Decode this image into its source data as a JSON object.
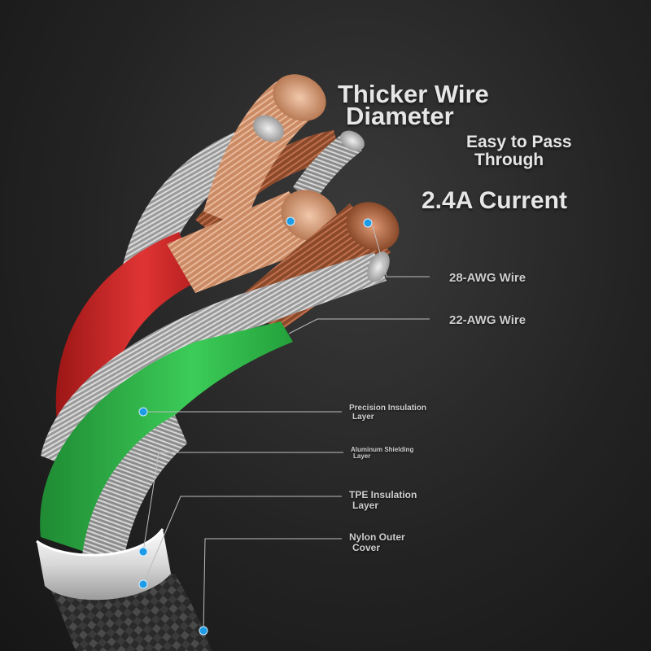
{
  "headline": {
    "line1": "Thicker Wire",
    "line2": "Diameter",
    "sub1": "Easy to Pass",
    "sub2": "Through",
    "current": "2.4A Current"
  },
  "callouts": {
    "awg28": "28-AWG Wire",
    "awg22": "22-AWG Wire",
    "insulation_line1": "Precision Insulation",
    "insulation_line2": "Layer",
    "aluminum_line1": "Aluminum Shielding",
    "aluminum_line2": "Layer",
    "tpe_line1": "TPE Insulation",
    "tpe_line2": "Layer",
    "nylon_line1": "Nylon Outer",
    "nylon_line2": "Cover"
  },
  "colors": {
    "background": "#222222",
    "text": "#e6e6e6",
    "marker": "#1e9be6",
    "wire_red": "#d42a2a",
    "wire_green": "#2fb548",
    "copper": "#c98a64",
    "silver": "#b5b5b5"
  }
}
